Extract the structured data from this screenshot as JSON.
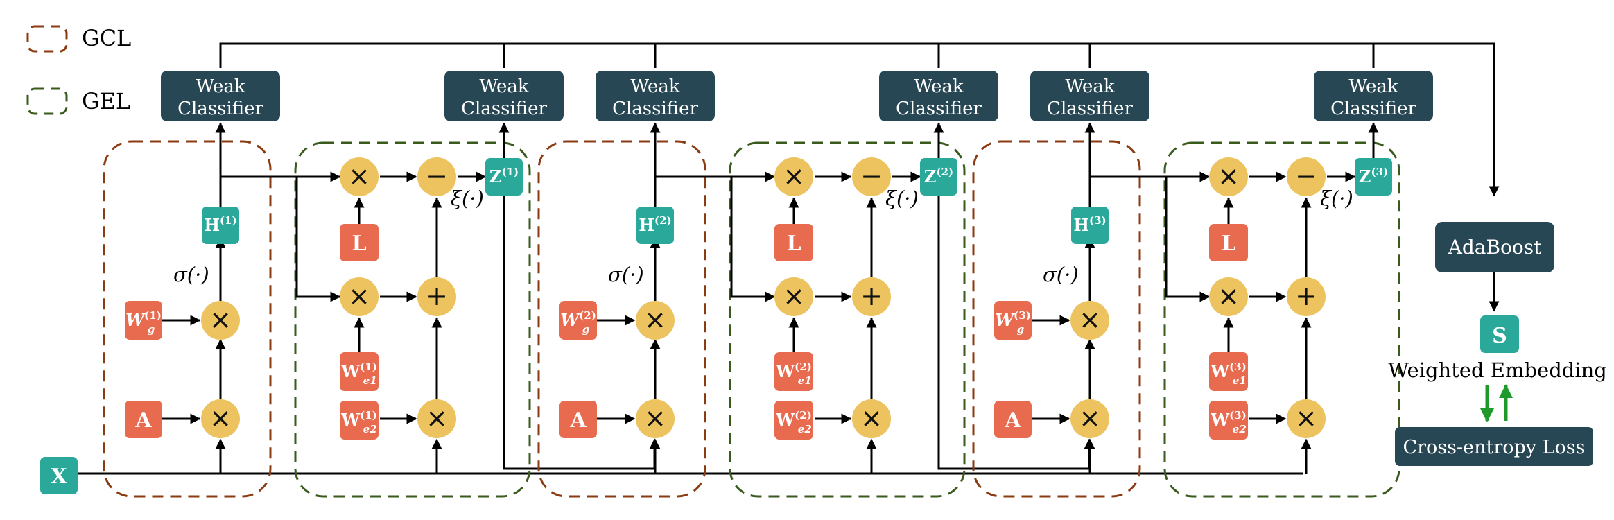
{
  "legend": [
    {
      "label": "GCL",
      "color": "#8b3b12"
    },
    {
      "label": "GEL",
      "color": "#3a5a1e"
    }
  ],
  "colors": {
    "gcl_border": "#8b3b12",
    "gel_border": "#3a5a1e",
    "classifier_box": "#284754",
    "teal_box": "#2aa89a",
    "param_box": "#e86a4f",
    "operator_circle": "#ecc35f",
    "green_arrow": "#1f9a2a"
  },
  "weak_classifier_label": [
    "Weak",
    "Classifier"
  ],
  "input": {
    "label": "X"
  },
  "operators": {
    "multiply": "×",
    "minus": "−",
    "plus": "+"
  },
  "blocks": [
    {
      "A": "A",
      "Wg": {
        "base": "W",
        "sub": "g",
        "sup": "(1)"
      },
      "sigma": "σ(·)",
      "H": {
        "base": "H",
        "sup": "(1)"
      },
      "L": "L",
      "We1": {
        "base": "W",
        "sub": "e1",
        "sup": "(1)"
      },
      "We2": {
        "base": "W",
        "sub": "e2",
        "sup": "(1)"
      },
      "xi": "ξ(·)",
      "Z": {
        "base": "Z",
        "sup": "(1)"
      }
    },
    {
      "A": "A",
      "Wg": {
        "base": "W",
        "sub": "g",
        "sup": "(2)"
      },
      "sigma": "σ(·)",
      "H": {
        "base": "H",
        "sup": "(2)"
      },
      "L": "L",
      "We1": {
        "base": "W",
        "sub": "e1",
        "sup": "(2)"
      },
      "We2": {
        "base": "W",
        "sub": "e2",
        "sup": "(2)"
      },
      "xi": "ξ(·)",
      "Z": {
        "base": "Z",
        "sup": "(2)"
      }
    },
    {
      "A": "A",
      "Wg": {
        "base": "W",
        "sub": "g",
        "sup": "(3)"
      },
      "sigma": "σ(·)",
      "H": {
        "base": "H",
        "sup": "(3)"
      },
      "L": "L",
      "We1": {
        "base": "W",
        "sub": "e1",
        "sup": "(3)"
      },
      "We2": {
        "base": "W",
        "sub": "e2",
        "sup": "(3)"
      },
      "xi": "ξ(·)",
      "Z": {
        "base": "Z",
        "sup": "(3)"
      }
    }
  ],
  "adaboost": "AdaBoost",
  "output": {
    "label": "S",
    "caption": "Weighted Embedding"
  },
  "loss": "Cross-entropy Loss"
}
